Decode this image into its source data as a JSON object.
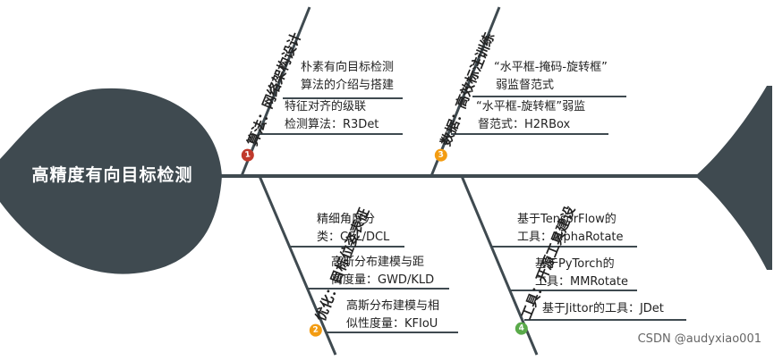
{
  "head": {
    "title": "高精度有向目标检测"
  },
  "colors": {
    "fish": "#3f4a50",
    "badge_red": "#c0392b",
    "badge_orange": "#f39c12",
    "badge_green": "#5aaa4a"
  },
  "bones": [
    {
      "badge": "1",
      "title": "算法：网络架构设计",
      "items": [
        {
          "lines": [
            "朴素有向目标检测",
            "算法的介绍与搭建"
          ]
        },
        {
          "lines": [
            "特征对齐的级联",
            "检测算法：R3Det"
          ]
        }
      ]
    },
    {
      "badge": "3",
      "title": "数据：高效标注训练",
      "items": [
        {
          "lines": [
            "“水平框-掩码-旋转框”",
            "弱监督范式"
          ]
        },
        {
          "lines": [
            "“水平框-旋转框”弱监",
            "督范式：H2RBox"
          ]
        }
      ]
    },
    {
      "badge": "2",
      "title": "优化：目标位姿表征",
      "items": [
        {
          "lines": [
            "精细角度分",
            "类：CSL/DCL"
          ]
        },
        {
          "lines": [
            "高斯分布建模与距",
            "离度量：GWD/KLD"
          ]
        },
        {
          "lines": [
            "高斯分布建模与相",
            "似性度量：KFIoU"
          ]
        }
      ]
    },
    {
      "badge": "4",
      "title": "工具：开源工具建设",
      "items": [
        {
          "lines": [
            "基于TensorFlow的",
            "工具：AlphaRotate"
          ]
        },
        {
          "lines": [
            "基于PyTorch的",
            "工具：MMRotate"
          ]
        },
        {
          "lines": [
            "基于Jittor的工具：JDet"
          ]
        }
      ]
    }
  ],
  "watermark": "CSDN @audyxiao001"
}
